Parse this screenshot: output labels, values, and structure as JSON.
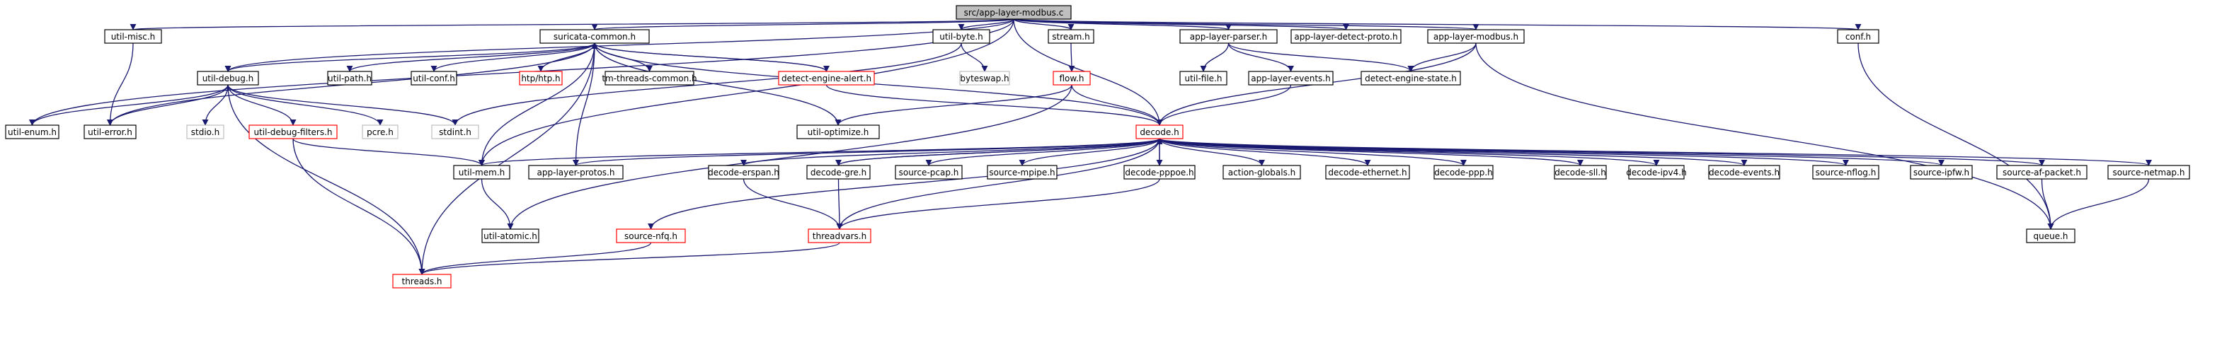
{
  "colors": {
    "root_fill": "#bfbfbf",
    "node_stroke": "#000000",
    "missing_stroke": "#bfbfbf",
    "partial_stroke": "#ff0000",
    "edge": "#191970"
  },
  "nodes": [
    {
      "id": "root",
      "label": "src/app-layer-modbus.c",
      "kind": "root"
    },
    {
      "id": "util_misc",
      "label": "util-misc.h",
      "kind": "normal"
    },
    {
      "id": "suricata_common",
      "label": "suricata-common.h",
      "kind": "normal"
    },
    {
      "id": "util_byte",
      "label": "util-byte.h",
      "kind": "normal"
    },
    {
      "id": "stream",
      "label": "stream.h",
      "kind": "normal"
    },
    {
      "id": "app_layer_parser",
      "label": "app-layer-parser.h",
      "kind": "normal"
    },
    {
      "id": "app_layer_detect_proto",
      "label": "app-layer-detect-proto.h",
      "kind": "normal"
    },
    {
      "id": "app_layer_modbus",
      "label": "app-layer-modbus.h",
      "kind": "normal"
    },
    {
      "id": "conf",
      "label": "conf.h",
      "kind": "normal"
    },
    {
      "id": "util_debug",
      "label": "util-debug.h",
      "kind": "normal"
    },
    {
      "id": "util_path",
      "label": "util-path.h",
      "kind": "normal"
    },
    {
      "id": "util_conf",
      "label": "util-conf.h",
      "kind": "normal"
    },
    {
      "id": "htp",
      "label": "htp/htp.h",
      "kind": "partial"
    },
    {
      "id": "tm_threads_common",
      "label": "tm-threads-common.h",
      "kind": "normal"
    },
    {
      "id": "detect_engine_alert",
      "label": "detect-engine-alert.h",
      "kind": "partial"
    },
    {
      "id": "byteswap",
      "label": "byteswap.h",
      "kind": "missing"
    },
    {
      "id": "flow",
      "label": "flow.h",
      "kind": "partial"
    },
    {
      "id": "util_file",
      "label": "util-file.h",
      "kind": "normal"
    },
    {
      "id": "app_layer_events",
      "label": "app-layer-events.h",
      "kind": "normal"
    },
    {
      "id": "detect_engine_state",
      "label": "detect-engine-state.h",
      "kind": "normal"
    },
    {
      "id": "util_enum",
      "label": "util-enum.h",
      "kind": "normal"
    },
    {
      "id": "util_error",
      "label": "util-error.h",
      "kind": "normal"
    },
    {
      "id": "stdio",
      "label": "stdio.h",
      "kind": "missing"
    },
    {
      "id": "util_debug_filters",
      "label": "util-debug-filters.h",
      "kind": "partial"
    },
    {
      "id": "pcre",
      "label": "pcre.h",
      "kind": "missing"
    },
    {
      "id": "stdint",
      "label": "stdint.h",
      "kind": "missing"
    },
    {
      "id": "util_optimize",
      "label": "util-optimize.h",
      "kind": "normal"
    },
    {
      "id": "decode",
      "label": "decode.h",
      "kind": "partial"
    },
    {
      "id": "util_mem",
      "label": "util-mem.h",
      "kind": "normal"
    },
    {
      "id": "app_layer_protos",
      "label": "app-layer-protos.h",
      "kind": "normal"
    },
    {
      "id": "decode_erspan",
      "label": "decode-erspan.h",
      "kind": "normal"
    },
    {
      "id": "decode_gre",
      "label": "decode-gre.h",
      "kind": "normal"
    },
    {
      "id": "source_pcap",
      "label": "source-pcap.h",
      "kind": "normal"
    },
    {
      "id": "source_mpipe",
      "label": "source-mpipe.h",
      "kind": "normal"
    },
    {
      "id": "decode_pppoe",
      "label": "decode-pppoe.h",
      "kind": "normal"
    },
    {
      "id": "action_globals",
      "label": "action-globals.h",
      "kind": "normal"
    },
    {
      "id": "decode_ethernet",
      "label": "decode-ethernet.h",
      "kind": "normal"
    },
    {
      "id": "decode_ppp",
      "label": "decode-ppp.h",
      "kind": "normal"
    },
    {
      "id": "decode_sll",
      "label": "decode-sll.h",
      "kind": "normal"
    },
    {
      "id": "decode_ipv4",
      "label": "decode-ipv4.h",
      "kind": "normal"
    },
    {
      "id": "decode_events",
      "label": "decode-events.h",
      "kind": "normal"
    },
    {
      "id": "source_nflog",
      "label": "source-nflog.h",
      "kind": "normal"
    },
    {
      "id": "source_ipfw",
      "label": "source-ipfw.h",
      "kind": "normal"
    },
    {
      "id": "source_af_packet",
      "label": "source-af-packet.h",
      "kind": "normal"
    },
    {
      "id": "source_netmap",
      "label": "source-netmap.h",
      "kind": "normal"
    },
    {
      "id": "util_atomic",
      "label": "util-atomic.h",
      "kind": "normal"
    },
    {
      "id": "source_nfq",
      "label": "source-nfq.h",
      "kind": "partial"
    },
    {
      "id": "threadvars",
      "label": "threadvars.h",
      "kind": "partial"
    },
    {
      "id": "queue",
      "label": "queue.h",
      "kind": "normal"
    },
    {
      "id": "threads",
      "label": "threads.h",
      "kind": "partial"
    }
  ],
  "edges": [
    [
      "root",
      "util_misc"
    ],
    [
      "root",
      "suricata_common"
    ],
    [
      "root",
      "util_byte"
    ],
    [
      "root",
      "stream"
    ],
    [
      "root",
      "app_layer_parser"
    ],
    [
      "root",
      "app_layer_detect_proto"
    ],
    [
      "root",
      "app_layer_modbus"
    ],
    [
      "root",
      "conf"
    ],
    [
      "root",
      "util_debug"
    ],
    [
      "root",
      "util_enum"
    ],
    [
      "root",
      "decode"
    ],
    [
      "root",
      "util_mem"
    ],
    [
      "util_misc",
      "util_error"
    ],
    [
      "suricata_common",
      "util_debug"
    ],
    [
      "suricata_common",
      "util_path"
    ],
    [
      "suricata_common",
      "util_conf"
    ],
    [
      "suricata_common",
      "htp"
    ],
    [
      "suricata_common",
      "tm_threads_common"
    ],
    [
      "suricata_common",
      "detect_engine_alert"
    ],
    [
      "suricata_common",
      "util_error"
    ],
    [
      "suricata_common",
      "util_optimize"
    ],
    [
      "suricata_common",
      "app_layer_protos"
    ],
    [
      "suricata_common",
      "threads"
    ],
    [
      "suricata_common",
      "util_mem"
    ],
    [
      "util_byte",
      "byteswap"
    ],
    [
      "util_byte",
      "stdint"
    ],
    [
      "stream",
      "flow"
    ],
    [
      "app_layer_parser",
      "util_file"
    ],
    [
      "app_layer_parser",
      "app_layer_events"
    ],
    [
      "app_layer_parser",
      "detect_engine_state"
    ],
    [
      "app_layer_modbus",
      "detect_engine_state"
    ],
    [
      "app_layer_modbus",
      "decode"
    ],
    [
      "app_layer_modbus",
      "queue"
    ],
    [
      "conf",
      "queue"
    ],
    [
      "util_debug",
      "util_enum"
    ],
    [
      "util_debug",
      "util_error"
    ],
    [
      "util_debug",
      "stdio"
    ],
    [
      "util_debug",
      "util_debug_filters"
    ],
    [
      "util_debug",
      "pcre"
    ],
    [
      "util_debug",
      "stdint"
    ],
    [
      "util_debug",
      "threads"
    ],
    [
      "detect_engine_alert",
      "suricata_common"
    ],
    [
      "detect_engine_alert",
      "decode"
    ],
    [
      "flow",
      "decode"
    ],
    [
      "flow",
      "util_optimize"
    ],
    [
      "flow",
      "util_atomic"
    ],
    [
      "app_layer_events",
      "decode"
    ],
    [
      "util_debug_filters",
      "util_mem"
    ],
    [
      "util_debug_filters",
      "threads"
    ],
    [
      "decode",
      "suricata_common"
    ],
    [
      "decode",
      "util_mem"
    ],
    [
      "decode",
      "app_layer_protos"
    ],
    [
      "decode",
      "decode_erspan"
    ],
    [
      "decode",
      "decode_gre"
    ],
    [
      "decode",
      "source_pcap"
    ],
    [
      "decode",
      "source_mpipe"
    ],
    [
      "decode",
      "decode_pppoe"
    ],
    [
      "decode",
      "action_globals"
    ],
    [
      "decode",
      "decode_ethernet"
    ],
    [
      "decode",
      "decode_ppp"
    ],
    [
      "decode",
      "decode_sll"
    ],
    [
      "decode",
      "decode_ipv4"
    ],
    [
      "decode",
      "decode_events"
    ],
    [
      "decode",
      "source_nflog"
    ],
    [
      "decode",
      "source_ipfw"
    ],
    [
      "decode",
      "source_af_packet"
    ],
    [
      "decode",
      "source_netmap"
    ],
    [
      "decode",
      "source_nfq"
    ],
    [
      "decode",
      "threadvars"
    ],
    [
      "util_mem",
      "util_atomic"
    ],
    [
      "decode_erspan",
      "threadvars"
    ],
    [
      "decode_gre",
      "threadvars"
    ],
    [
      "decode_gre",
      "decode"
    ],
    [
      "decode_pppoe",
      "decode"
    ],
    [
      "decode_pppoe",
      "threadvars"
    ],
    [
      "source_af_packet",
      "queue"
    ],
    [
      "source_netmap",
      "queue"
    ],
    [
      "source_nfq",
      "threads"
    ],
    [
      "threadvars",
      "threads"
    ]
  ]
}
